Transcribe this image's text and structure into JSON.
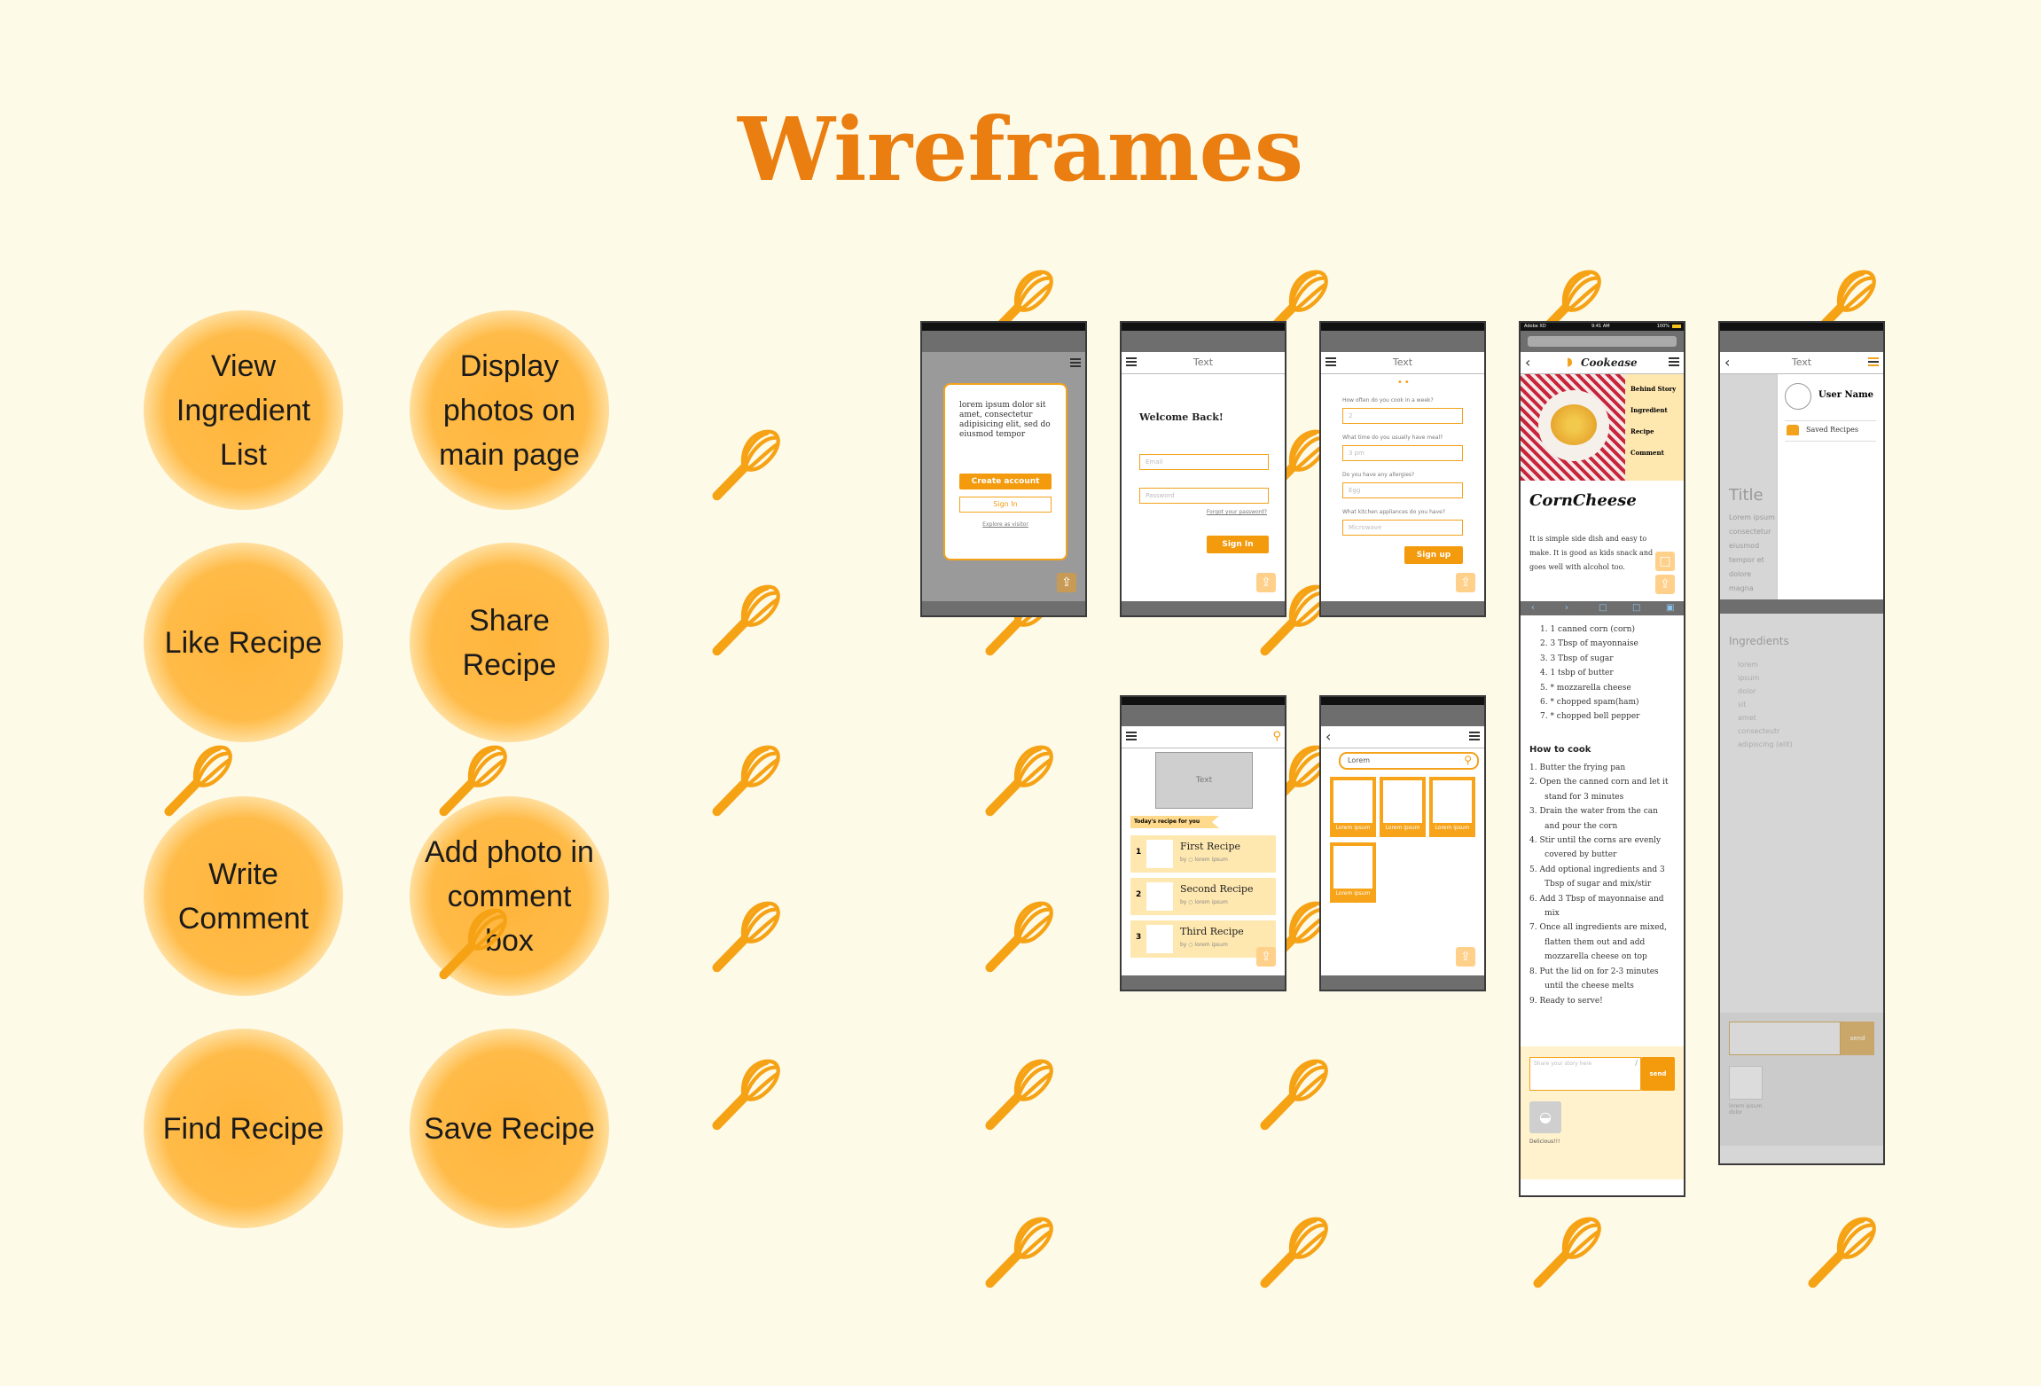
{
  "page": {
    "title": "Wireframes"
  },
  "features": [
    "View Ingredient List",
    "Display photos on main page",
    "Like Recipe",
    "Share Recipe",
    "Write Comment",
    "Add photo in comment box",
    "Find Recipe",
    "Save Recipe"
  ],
  "colors": {
    "background": "#fefae8",
    "accent": "#ea7e10",
    "orange": "#f39a0d",
    "light": "#ffe8b0"
  },
  "icons": {
    "decoration": "whisk-icon",
    "share": "share-icon",
    "menu": "hamburger-icon",
    "search": "search-icon",
    "back": "chevron-left-icon"
  },
  "screens": {
    "welcome": {
      "dialog_text": "lorem ipsum dolor sit amet, consectetur adipisicing elit, sed do eiusmod tempor",
      "create_account": "Create account",
      "sign_in": "Sign In",
      "explore": "Explore as visitor"
    },
    "login": {
      "nav": "Text",
      "heading": "Welcome Back!",
      "email_placeholder": "Email",
      "password_placeholder": "Password",
      "forgot": "Forgot your password?",
      "sign_in": "Sign In"
    },
    "survey": {
      "nav": "Text",
      "q1": "How often do you cook in a week?",
      "a1": "2",
      "q2": "What time do you usually have meal?",
      "a2": "3 pm",
      "q3": "Do you have any allergies?",
      "a3": "Egg",
      "q4": "What kitchen appliances do you have?",
      "a4": "Microwave",
      "sign_up": "Sign up"
    },
    "home": {
      "banner": "Text",
      "tag": "Today's recipe for you",
      "recipes": [
        {
          "num": "1",
          "title": "First Recipe",
          "by": "lorem ipsum"
        },
        {
          "num": "2",
          "title": "Second Recipe",
          "by": "lorem ipsum"
        },
        {
          "num": "3",
          "title": "Third Recipe",
          "by": "lorem ipsum"
        }
      ],
      "by_label": "by"
    },
    "search": {
      "query": "Lorem",
      "tiles": [
        "Lorem ipsum",
        "Lorem ipsum",
        "Lorem ipsum",
        "Lorem ipsum"
      ]
    },
    "recipe": {
      "status_left": "Adobe XD",
      "status_time": "9:41 AM",
      "status_right": "100%",
      "brand": "Cookease",
      "menu": [
        "Behind Story",
        "Ingredient",
        "Recipe",
        "Comment"
      ],
      "title": "CornCheese",
      "description": "It is simple side dish and easy to make. It is good as kids snack and goes well with alcohol too.",
      "ingredients": [
        "1. 1 canned corn (corn)",
        "2. 3 Tbsp of mayonnaise",
        "3. 3 Tbsp of sugar",
        "4. 1 tsbp of butter",
        "5. * mozzarella cheese",
        "6. * chopped spam(ham)",
        "7. * chopped bell pepper"
      ],
      "how_heading": "How to cook",
      "steps": [
        "1.   Butter the frying pan",
        "2.   Open the canned corn and let it",
        "      stand for 3 minutes",
        "3.   Drain the water from the can",
        "      and pour the corn",
        "4.   Stir until the corns are evenly",
        "      covered by butter",
        "5.   Add optional ingredients and 3",
        "      Tbsp of sugar and mix/stir",
        "6.   Add 3 Tbsp of mayonnaise and",
        "      mix",
        "7.   Once all ingredients are mixed,",
        "      flatten them out and add",
        "      mozzarella cheese on top",
        "8.   Put the lid on for 2-3 minutes",
        "      until the cheese melts",
        "9.   Ready to serve!"
      ],
      "comment_placeholder": "Share your story here",
      "comment_button": "send",
      "comment_caption": "Delicious!!!"
    },
    "profile": {
      "nav": "Text",
      "user": "User Name",
      "saved": "Saved Recipes",
      "bg_title": "Title",
      "bg_text": "Lorem ipsum consectetur eiusmod tempor et dolore magna minim veniam",
      "ingredients_heading": "Ingredients",
      "ingredients": [
        "lorem",
        "ipsum",
        "dolor",
        "sit",
        "amet",
        "consecteutr",
        "adipiscing (elit)"
      ],
      "send": "send",
      "caption": "lorem ipsum dolor"
    }
  }
}
